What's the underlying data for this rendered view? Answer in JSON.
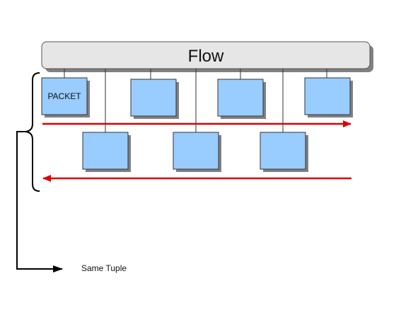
{
  "flow": {
    "label": "Flow"
  },
  "packets": {
    "first_label": "PACKET",
    "top_row_count": 4,
    "bottom_row_count": 3
  },
  "arrows": {
    "forward_direction": "right",
    "reverse_direction": "left",
    "color": "#e00000"
  },
  "legend": {
    "label": "Same Tuple"
  },
  "colors": {
    "flow_fill": "#e6e6e6",
    "packet_fill": "#99ccff",
    "shadow": "#808080",
    "arrow": "#e00000",
    "line": "#000000"
  }
}
